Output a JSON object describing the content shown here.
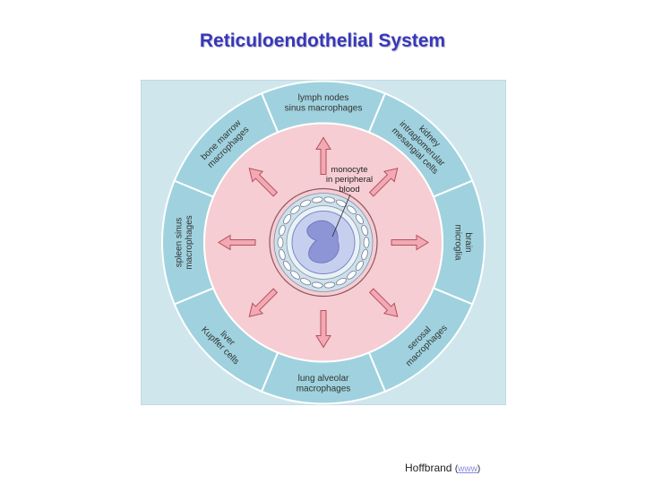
{
  "title": "Reticuloendothelial System",
  "diagram": {
    "center_label_lines": [
      "monocyte",
      "in peripheral",
      "blood"
    ],
    "segments": [
      {
        "lines": [
          "lymph nodes",
          "sinus macrophages"
        ]
      },
      {
        "lines": [
          "kidney",
          "intraglomerular",
          "mesangial cells"
        ]
      },
      {
        "lines": [
          "brain",
          "microglia"
        ]
      },
      {
        "lines": [
          "serosal",
          "macrophages"
        ]
      },
      {
        "lines": [
          "lung alveolar",
          "macrophages"
        ]
      },
      {
        "lines": [
          "liver",
          "Kupffer cells"
        ]
      },
      {
        "lines": [
          "spleen sinus",
          "macrophages"
        ]
      },
      {
        "lines": [
          "bone marrow",
          "macrophages"
        ]
      }
    ],
    "colors": {
      "background": "#cfe6ec",
      "outer_ring": "#9fd2de",
      "inner_disc": "#f6cdd3",
      "vessel_wall": "#cfe0ea",
      "monocyte_cell": "#c7cfee",
      "monocyte_nucleus": "#8d95d6",
      "arrow": "#f3a9b4",
      "arrow_stroke": "#b4505e"
    }
  },
  "credit": {
    "author": "Hoffbrand",
    "open_paren": "(",
    "link_text": "www",
    "close_paren": ")"
  }
}
